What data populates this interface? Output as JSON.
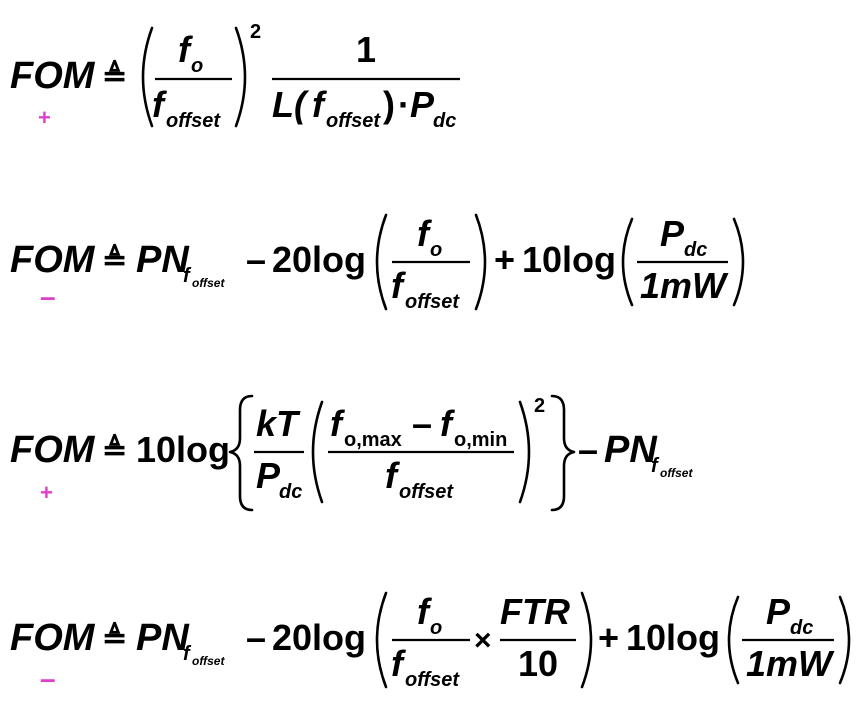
{
  "colors": {
    "ink": "#000000",
    "plus_minus": "#e040c8"
  },
  "symbols": {
    "def": "≜",
    "times": "×",
    "dot": "·",
    "minus": "–",
    "plus": "+"
  },
  "eq1": {
    "lhs": "FOM",
    "mark": "+",
    "num": "f",
    "num_sub": "o",
    "den": "f",
    "den_sub": "offset",
    "exp": "2",
    "num2": "1",
    "den2_L": "L(",
    "den2_f": "f",
    "den2_sub": "offset",
    "den2_close": ")",
    "den2_P": "P",
    "den2_Psub": "dc"
  },
  "eq2": {
    "lhs": "FOM",
    "mark": "–",
    "pn": "PN",
    "pn_f": "f",
    "pn_sub": "offset",
    "t20": "20log",
    "num": "f",
    "num_sub": "o",
    "den": "f",
    "den_sub": "offset",
    "t10": "10log",
    "num2": "P",
    "num2_sub": "dc",
    "den2": "1mW"
  },
  "eq3": {
    "lhs": "FOM",
    "mark": "+",
    "t10": "10log",
    "kt": "kT",
    "pdc": "P",
    "pdc_sub": "dc",
    "fmax": "f",
    "fmax_sub": "o,max",
    "fmin": "f",
    "fmin_sub": "o,min",
    "den": "f",
    "den_sub": "offset",
    "exp": "2",
    "pn": "PN",
    "pn_f": "f",
    "pn_sub": "offset"
  },
  "eq4": {
    "lhs": "FOM",
    "mark": "–",
    "pn": "PN",
    "pn_f": "f",
    "pn_sub": "offset",
    "t20": "20log",
    "num": "f",
    "num_sub": "o",
    "den": "f",
    "den_sub": "offset",
    "ftr": "FTR",
    "ten": "10",
    "t10": "10log",
    "num2": "P",
    "num2_sub": "dc",
    "den2": "1mW"
  }
}
